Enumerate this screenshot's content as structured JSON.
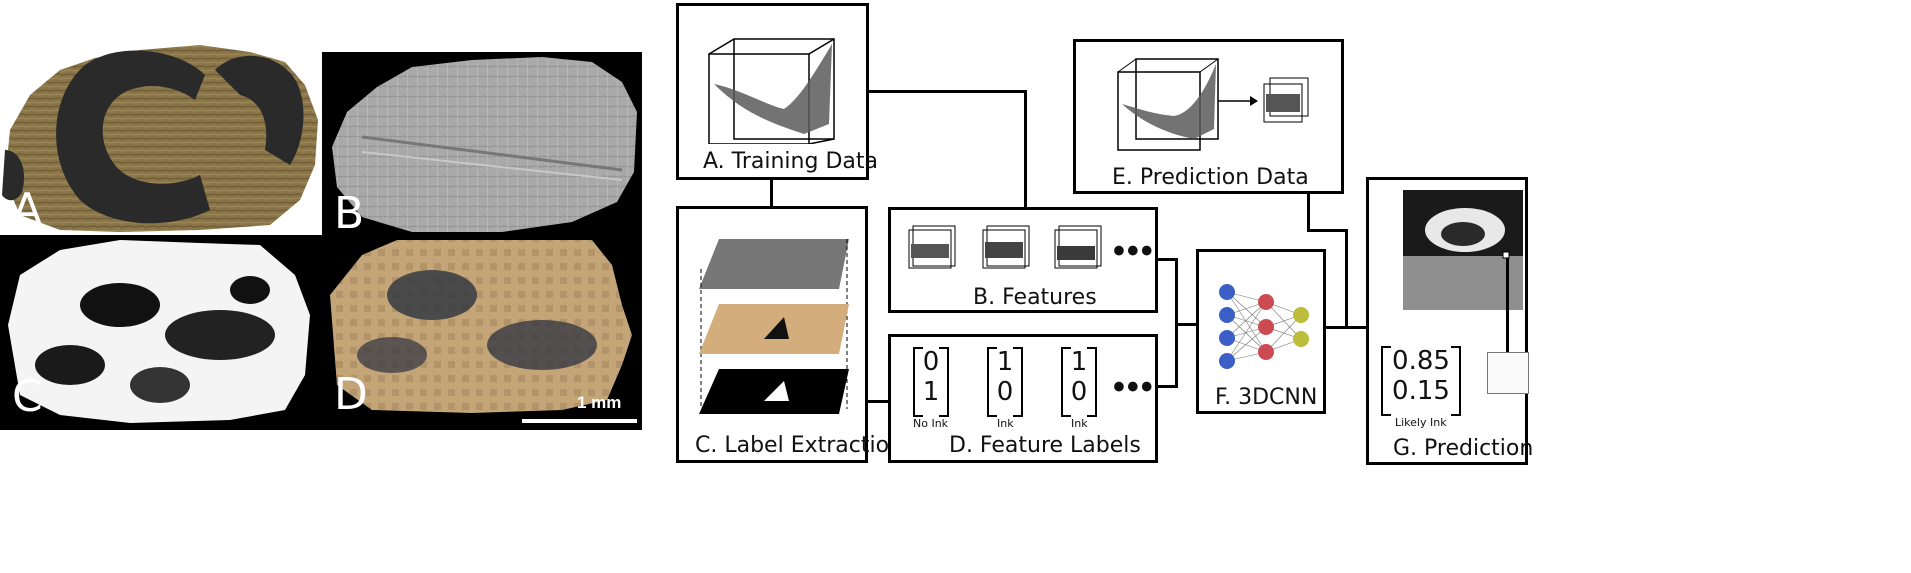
{
  "panels": {
    "a": "A",
    "b": "B",
    "c": "C",
    "d": "D",
    "scale": "1 mm"
  },
  "boxes": {
    "training": "A. Training Data",
    "label_extraction": "C. Label Extraction",
    "features": "B. Features",
    "feature_labels": "D. Feature Labels",
    "prediction_data": "E. Prediction Data",
    "cnn": "F. 3DCNN",
    "prediction": "G. Prediction"
  },
  "feature_labels": [
    {
      "top": "0",
      "bottom": "1",
      "caption": "No Ink"
    },
    {
      "top": "1",
      "bottom": "0",
      "caption": "Ink"
    },
    {
      "top": "1",
      "bottom": "0",
      "caption": "Ink"
    }
  ],
  "ellipsis": "•••",
  "prediction_vector": {
    "top": "0.85",
    "bottom": "0.15",
    "caption": "Likely Ink"
  },
  "colors": {
    "input_node": "#3b5fc7",
    "hidden_node": "#cc4b52",
    "output_node": "#bcbd3a",
    "ink_mask": "#2a2a2a"
  }
}
